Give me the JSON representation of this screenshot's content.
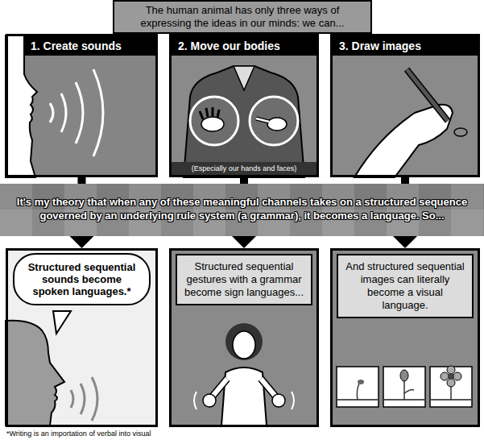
{
  "diagram": {
    "nodes": [
      {
        "text": [
          "The human animal has only three ways of expressing the ideas in our minds: we can..."
        ]
      },
      {
        "text": [
          "1. Create sounds"
        ]
      },
      {
        "text": [
          "2. Move our bodies",
          "(Especially our hands and faces)"
        ]
      },
      {
        "text": [
          "3. Draw images"
        ]
      },
      {
        "text": [
          "It's my theory that when any of these meaningful channels takes on a structured sequence governed by an underlying rule system (a grammar), it becomes a language. So..."
        ]
      },
      {
        "text": [
          "Structured sequential sounds become spoken languages.*"
        ]
      },
      {
        "text": [
          "Structured sequential gestures with a grammar become sign languages..."
        ]
      },
      {
        "text": [
          "And structured sequential images can literally become a visual language."
        ]
      }
    ],
    "edges": [
      {
        "from": 1,
        "to": 5,
        "arrow": "to"
      },
      {
        "from": 2,
        "to": 6,
        "arrow": "to"
      },
      {
        "from": 3,
        "to": 7,
        "arrow": "to"
      }
    ],
    "labels": [
      "*Writing is an importation of verbal into visual"
    ]
  }
}
